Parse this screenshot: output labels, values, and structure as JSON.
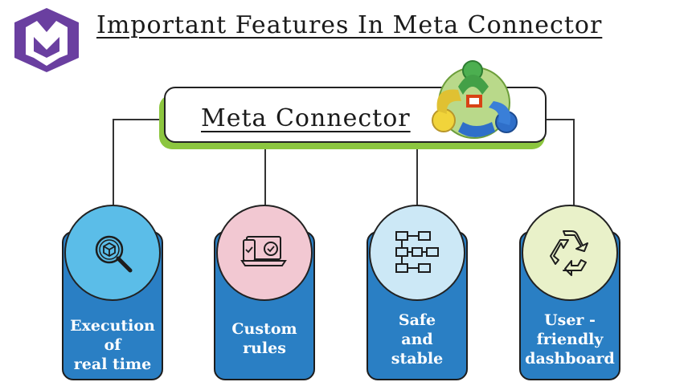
{
  "title": "Important Features In Meta Connector",
  "hub": {
    "label": "Meta Connector"
  },
  "features": [
    {
      "line1": "Execution",
      "line2": "of",
      "line3": "real time",
      "icon": "magnifier-cube-icon",
      "color": "#5bbde8"
    },
    {
      "line1": "Custom",
      "line2": "rules",
      "icon": "laptop-phone-check-icon",
      "color": "#f2c8d2"
    },
    {
      "line1": "Safe",
      "line2": "and",
      "line3": "stable",
      "icon": "flowchart-icon",
      "color": "#cce8f6"
    },
    {
      "line1": "User -",
      "line2": "friendly",
      "line3": "dashboard",
      "icon": "recycle-icon",
      "color": "#e9f1c9"
    }
  ]
}
